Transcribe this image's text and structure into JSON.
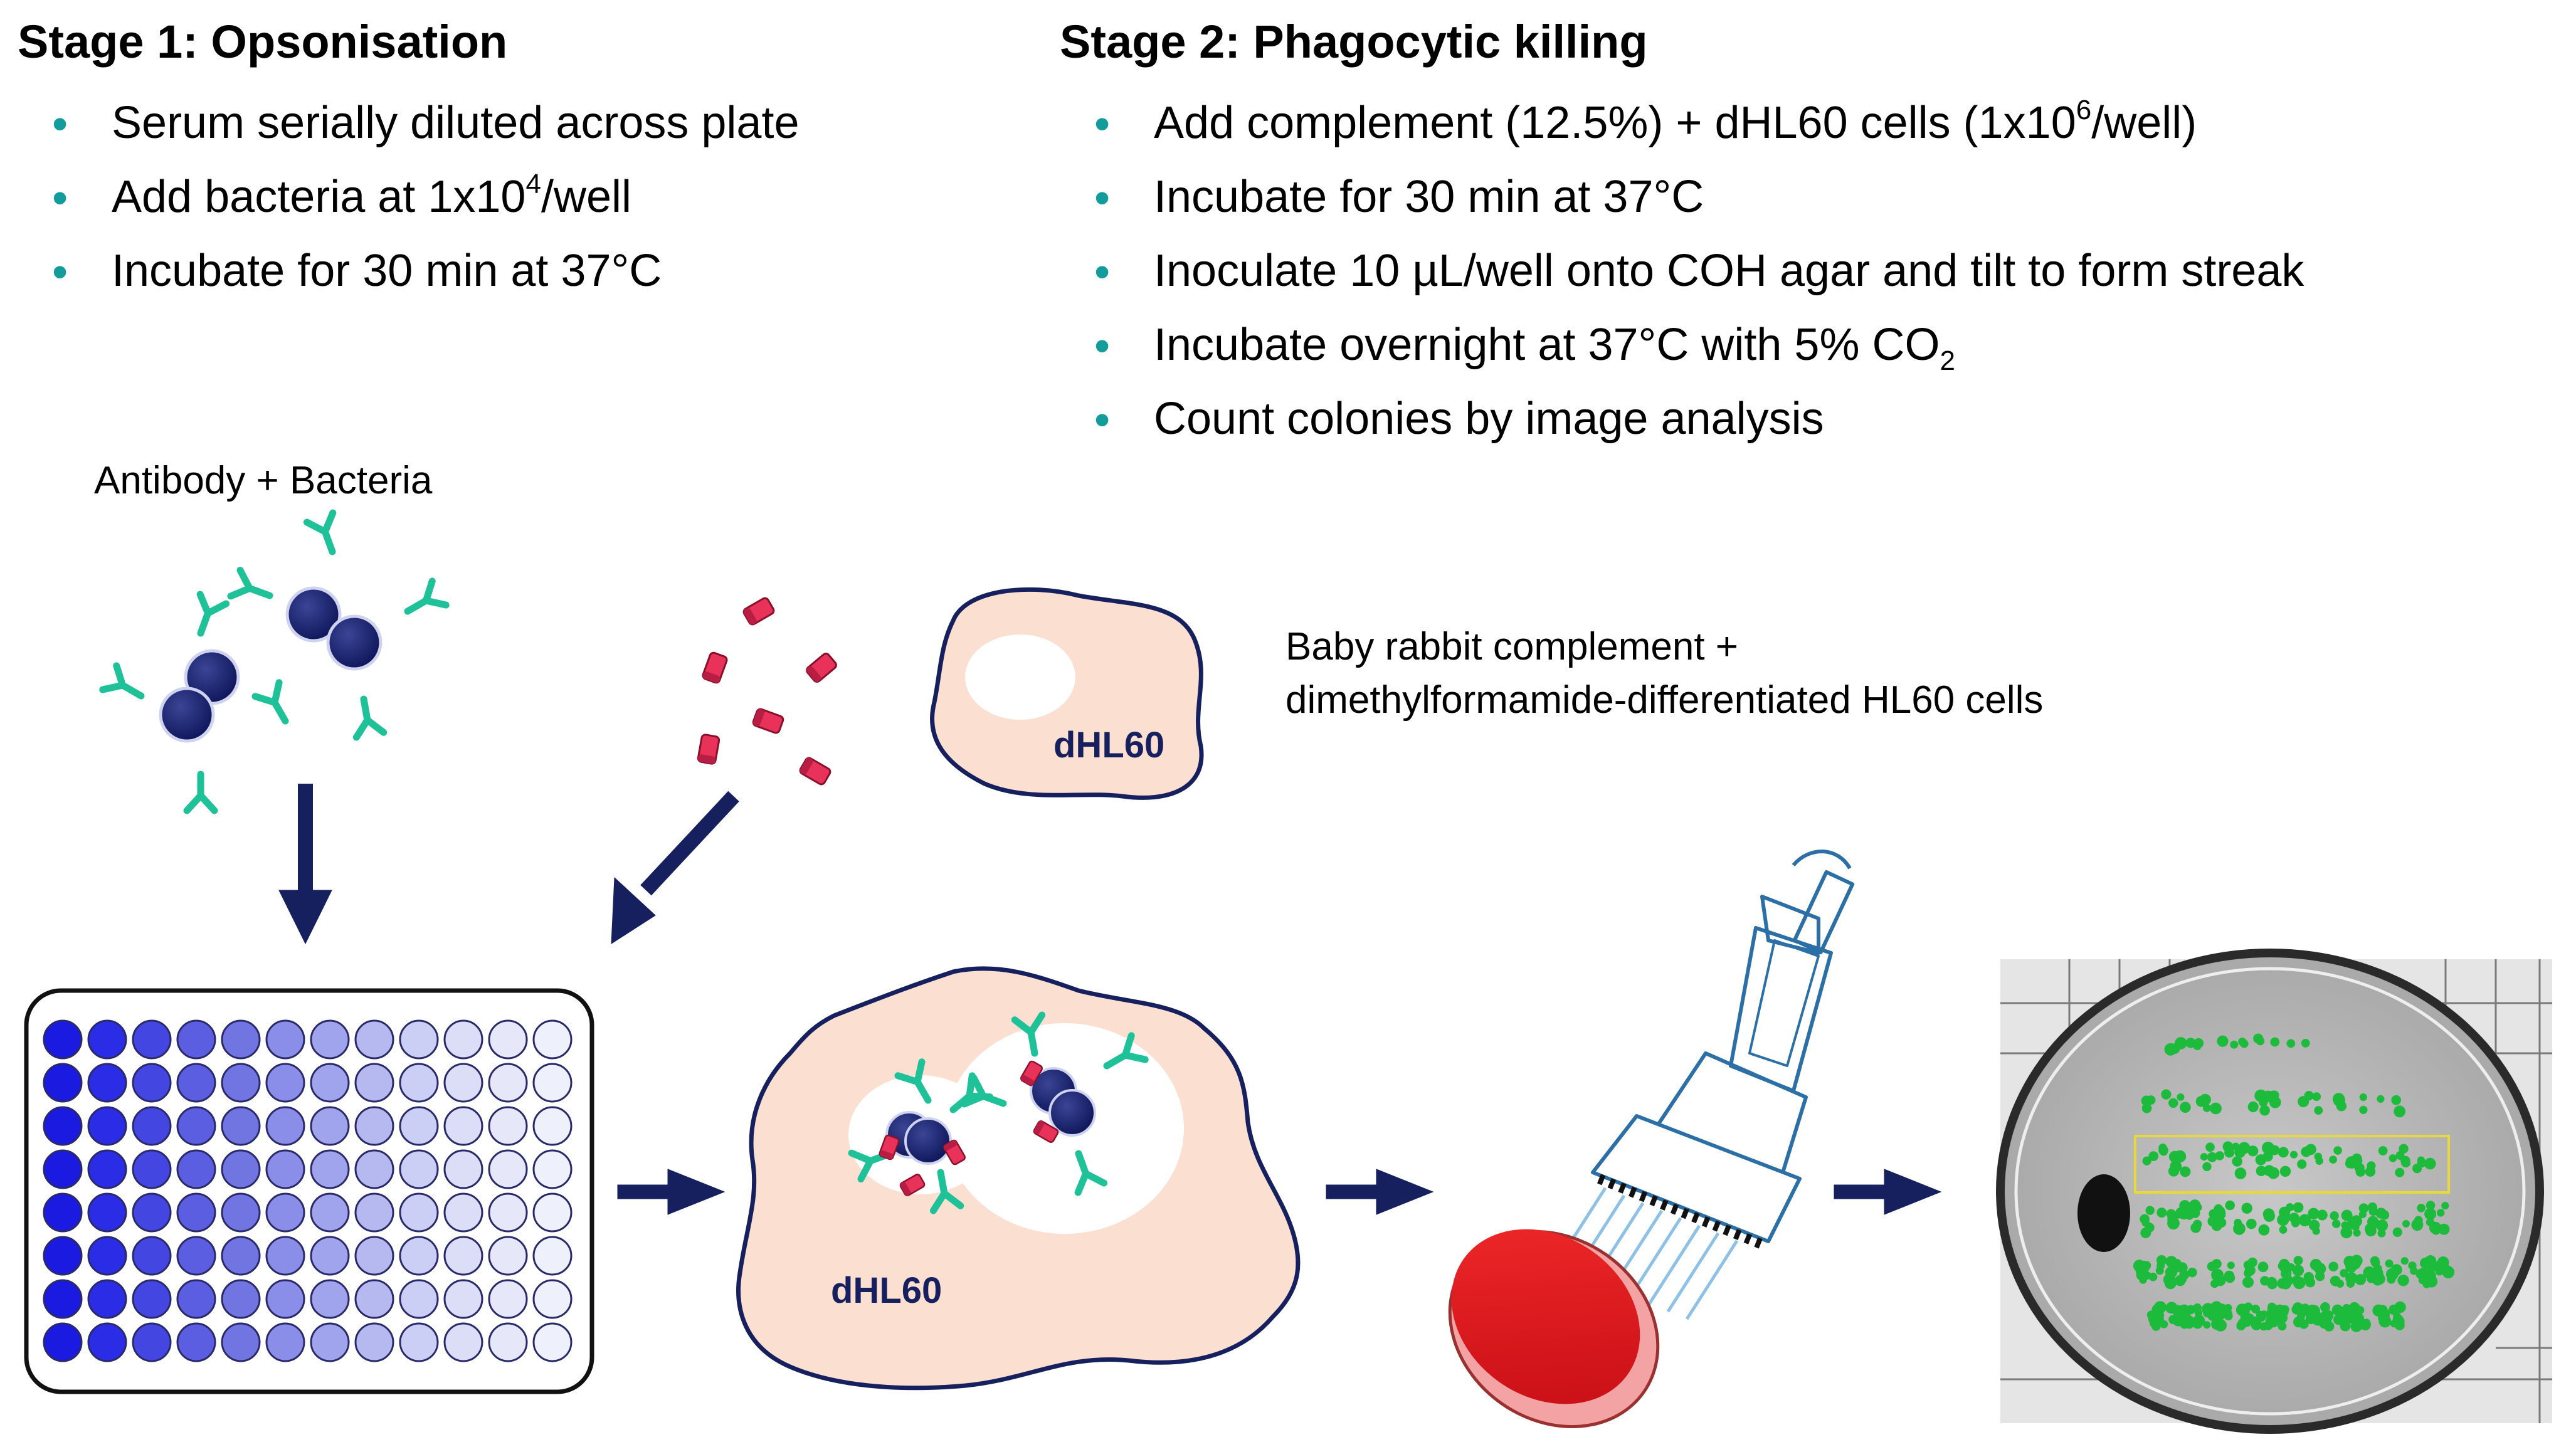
{
  "stage1": {
    "title": "Stage 1: Opsonisation",
    "bullets": [
      {
        "pre": "Serum serially diluted across plate"
      },
      {
        "pre": "Add bacteria at 1x10",
        "sup": "4",
        "post": "/well"
      },
      {
        "pre": "Incubate for 30 min at 37°C"
      }
    ]
  },
  "stage2": {
    "title": "Stage 2: Phagocytic killing",
    "bullets": [
      {
        "pre": "Add complement (12.5%) + dHL60 cells (1x10",
        "sup": "6",
        "post": "/well)"
      },
      {
        "pre": "Incubate for 30 min at 37°C"
      },
      {
        "pre": "Inoculate 10 µL/well onto COH agar and tilt to form streak"
      },
      {
        "pre": "Incubate overnight at 37°C with 5% CO",
        "sub": "2"
      },
      {
        "pre": "Count colonies by image analysis"
      }
    ]
  },
  "labels": {
    "antibody_bacteria": "Antibody + Bacteria",
    "complement_line1": "Baby rabbit complement +",
    "complement_line2": "dimethylformamide-differentiated HL60 cells",
    "dhl60_small": "dHL60",
    "dhl60_large": "dHL60"
  },
  "colors": {
    "bullet": "#139c9c",
    "arrow": "#17205e",
    "bacteria": "#0d1458",
    "antibody": "#1fc199",
    "complement": "#e8325a",
    "cell_fill": "#fbe0d1",
    "agar": "#e0141e"
  },
  "plate": {
    "rows": 8,
    "cols": 12,
    "column_shades": [
      "#1a1ae0",
      "#2a2ce6",
      "#4446e2",
      "#5b5ee0",
      "#7175e2",
      "#8a8ee8",
      "#a0a4ec",
      "#b6b9f0",
      "#cccff5",
      "#dcdef8",
      "#e6e8fa",
      "#eef0fc"
    ]
  }
}
